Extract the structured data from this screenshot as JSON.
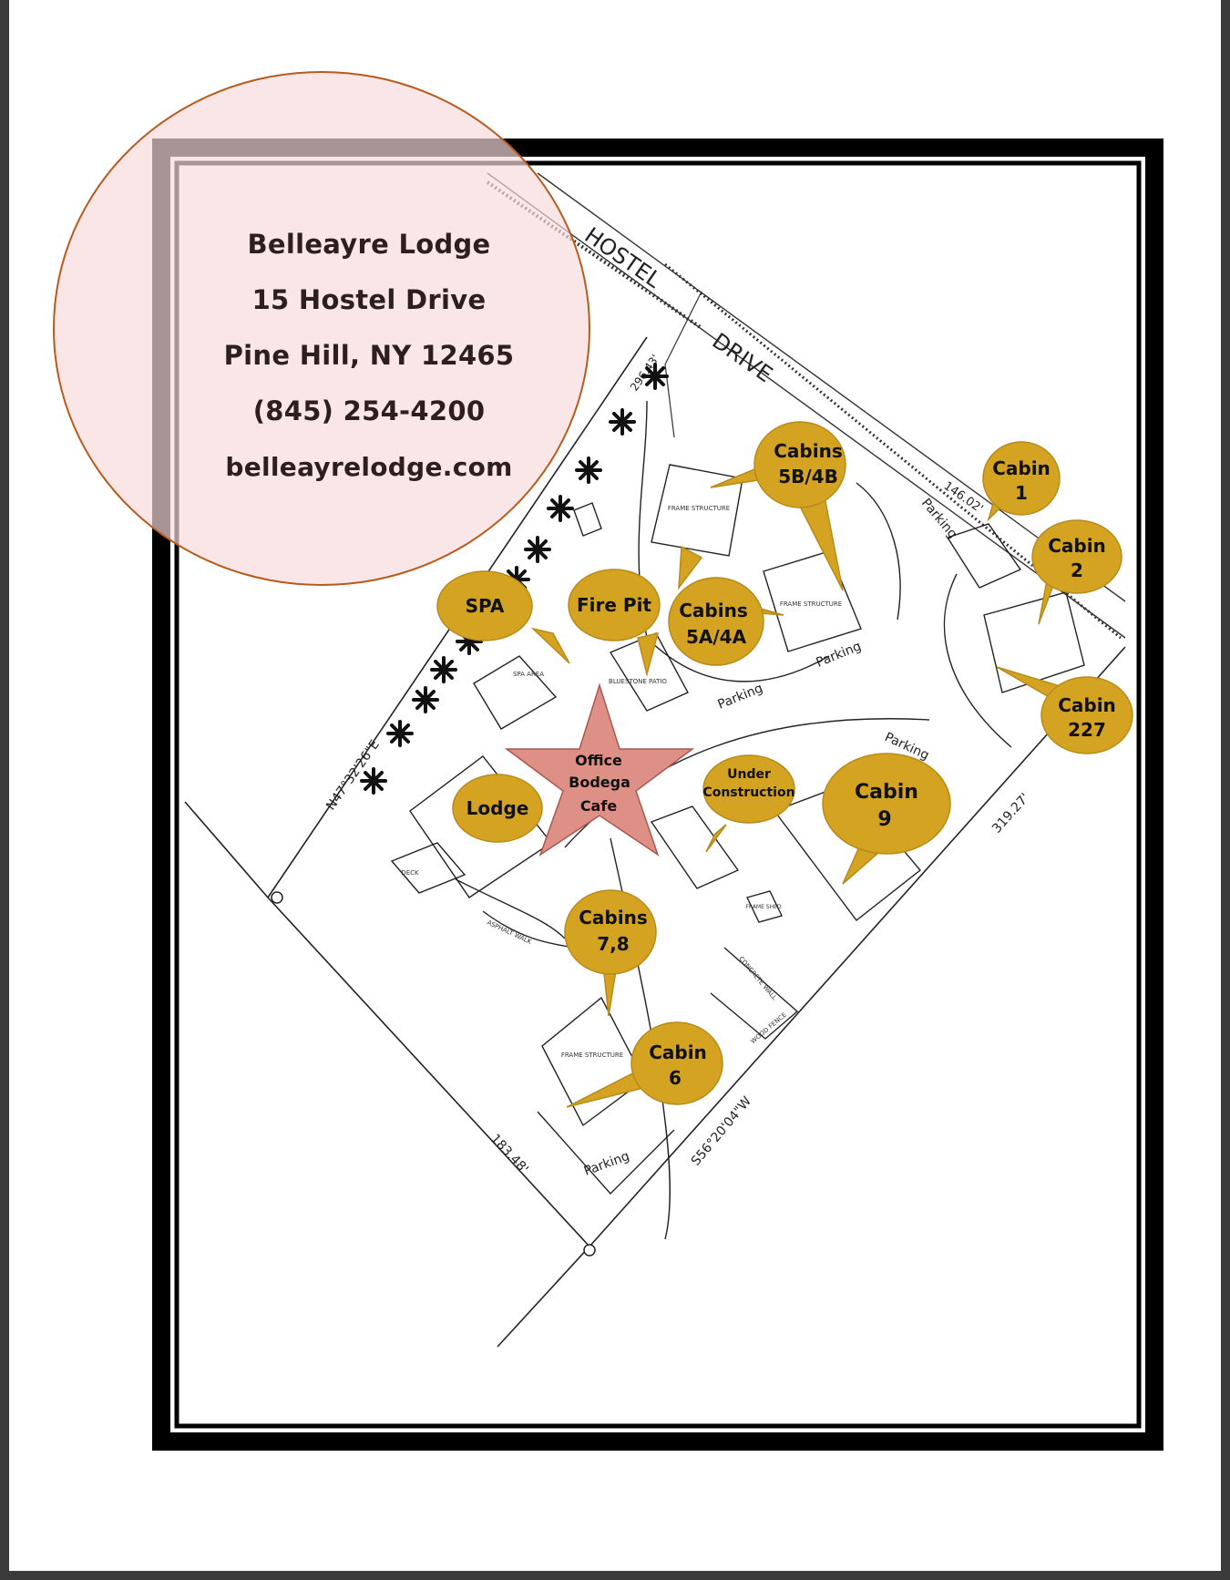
{
  "contact": {
    "name": "Belleayre Lodge",
    "address": "15 Hostel Drive",
    "city": "Pine Hill, NY 12465",
    "phone": "(845) 254-4200",
    "website": "belleayrelodge.com"
  },
  "map": {
    "road_labels": {
      "hostel": "HOSTEL",
      "drive": "DRIVE"
    },
    "bearings": {
      "north_west": "N47°32'26\"E",
      "south_east": "S56°20'04\"W",
      "top": "296.43'",
      "right_top": "146.02'",
      "right_side": "319.27'",
      "bottom_left": "183.48'"
    },
    "parking_label": "Parking",
    "place_labels": {
      "cabins_5b_4b_line1": "Cabins",
      "cabins_5b_4b_line2": "5B/4B",
      "cabin_1_line1": "Cabin",
      "cabin_1_line2": "1",
      "cabin_2_line1": "Cabin",
      "cabin_2_line2": "2",
      "cabin_227_line1": "Cabin",
      "cabin_227_line2": "227",
      "spa": "SPA",
      "fire_pit": "Fire Pit",
      "cabins_5a_4a_line1": "Cabins",
      "cabins_5a_4a_line2": "5A/4A",
      "office_line1": "Office",
      "office_line2": "Bodega",
      "office_line3": "Cafe",
      "lodge": "Lodge",
      "under_construction_line1": "Under",
      "under_construction_line2": "Construction",
      "cabin_9_line1": "Cabin",
      "cabin_9_line2": "9",
      "cabins_7_8_line1": "Cabins",
      "cabins_7_8_line2": "7,8",
      "cabin_6_line1": "Cabin",
      "cabin_6_line2": "6"
    },
    "building_labels": {
      "frame_structure": "FRAME STRUCTURE",
      "frame_shed": "FRAME SHED",
      "bluestone_patio": "BLUESTONE PATIO",
      "spa_area": "SPA AREA",
      "deck": "DECK",
      "asphalt_walk": "ASPHALT WALK",
      "concrete_wall": "CONCRETE WALL",
      "wood_fence": "WOOD FENCE"
    }
  },
  "colors": {
    "bubble": "#d4a321",
    "star": "#de8f86",
    "circle_fill": "#f7dadc",
    "circle_border": "#b85a1c",
    "frame": "#000000"
  }
}
